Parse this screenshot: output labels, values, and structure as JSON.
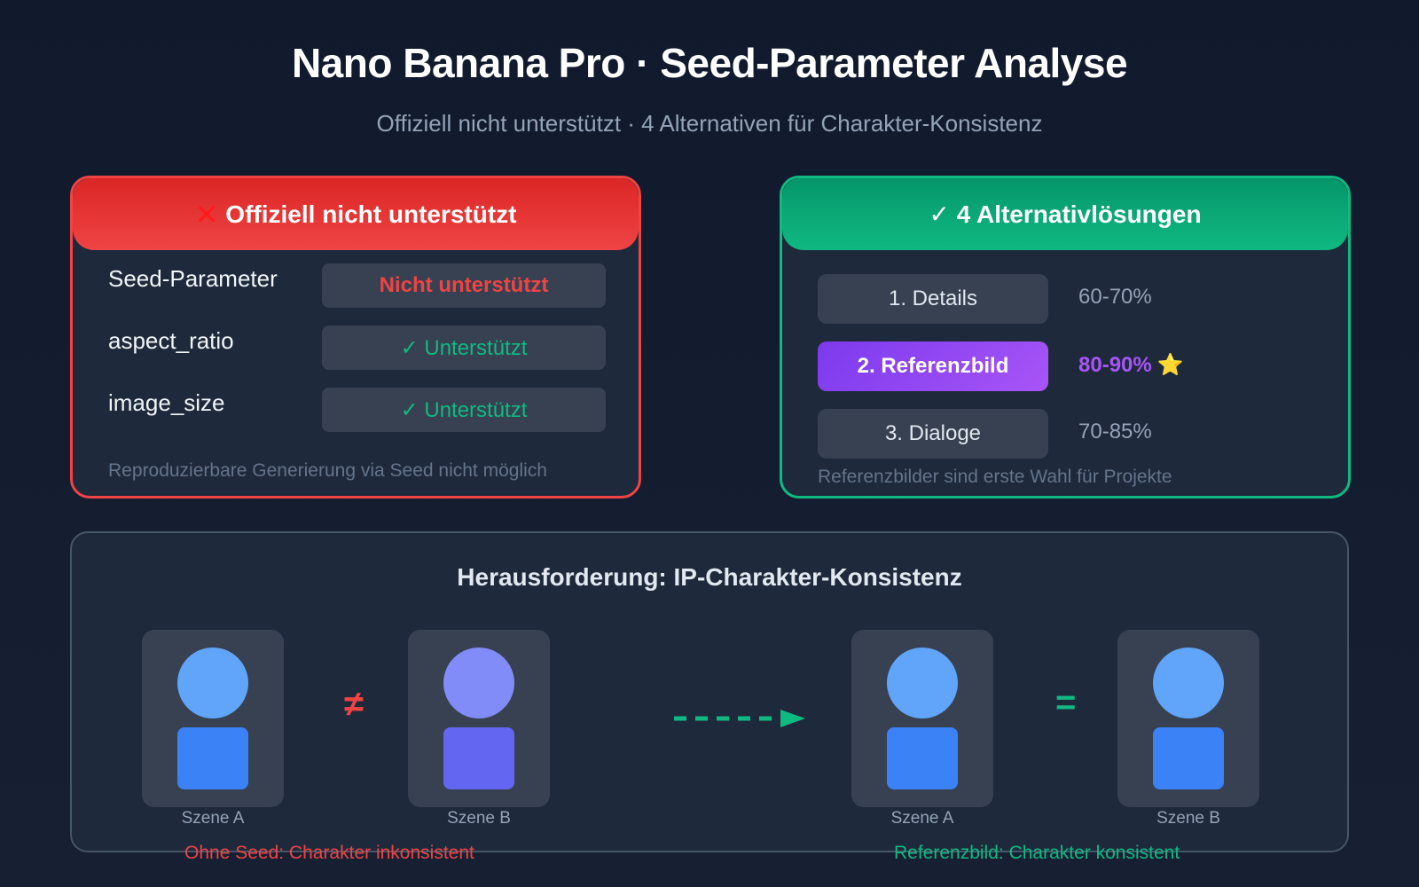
{
  "header": {
    "title": "Nano Banana Pro · Seed-Parameter Analyse",
    "subtitle": "Offiziell nicht unterstützt · 4 Alternativen für Charakter-Konsistenz"
  },
  "unsupported_card": {
    "icon": "cross-mark-icon",
    "icon_glyph": "✕",
    "title": "Offiziell nicht unterstützt",
    "accent_color": "#ef4444",
    "params": [
      {
        "label": "Seed-Parameter",
        "status": "Nicht unterstützt",
        "supported": false
      },
      {
        "label": "aspect_ratio",
        "status": "✓ Unterstützt",
        "supported": true
      },
      {
        "label": "image_size",
        "status": "✓ Unterstützt",
        "supported": true
      }
    ],
    "note": "Reproduzierbare Generierung via Seed nicht möglich"
  },
  "alternatives_card": {
    "title": "✓ 4 Alternativlösungen",
    "accent_color": "#10b981",
    "items": [
      {
        "label": "1. Details",
        "rate": "60-70%",
        "featured": false
      },
      {
        "label": "2. Referenzbild",
        "rate": "80-90%",
        "featured": true,
        "badge": "⭐"
      },
      {
        "label": "3. Dialoge",
        "rate": "70-85%",
        "featured": false
      }
    ],
    "note": "Referenzbilder sind erste Wahl für Projekte"
  },
  "challenge_panel": {
    "title": "Herausforderung: IP-Charakter-Konsistenz",
    "left_group": {
      "scenes": [
        {
          "label": "Szene A",
          "head_color": "#60a5fa",
          "body_color": "#3b82f6"
        },
        {
          "label": "Szene B",
          "head_color": "#818cf8",
          "body_color": "#6366f1"
        }
      ],
      "relation": "≠",
      "caption": "Ohne Seed: Charakter inkonsistent"
    },
    "right_group": {
      "scenes": [
        {
          "label": "Szene A",
          "head_color": "#60a5fa",
          "body_color": "#3b82f6"
        },
        {
          "label": "Szene B",
          "head_color": "#60a5fa",
          "body_color": "#3b82f6"
        }
      ],
      "relation": "=",
      "caption": "Referenzbild: Charakter konsistent"
    },
    "arrow_color": "#10b981"
  }
}
